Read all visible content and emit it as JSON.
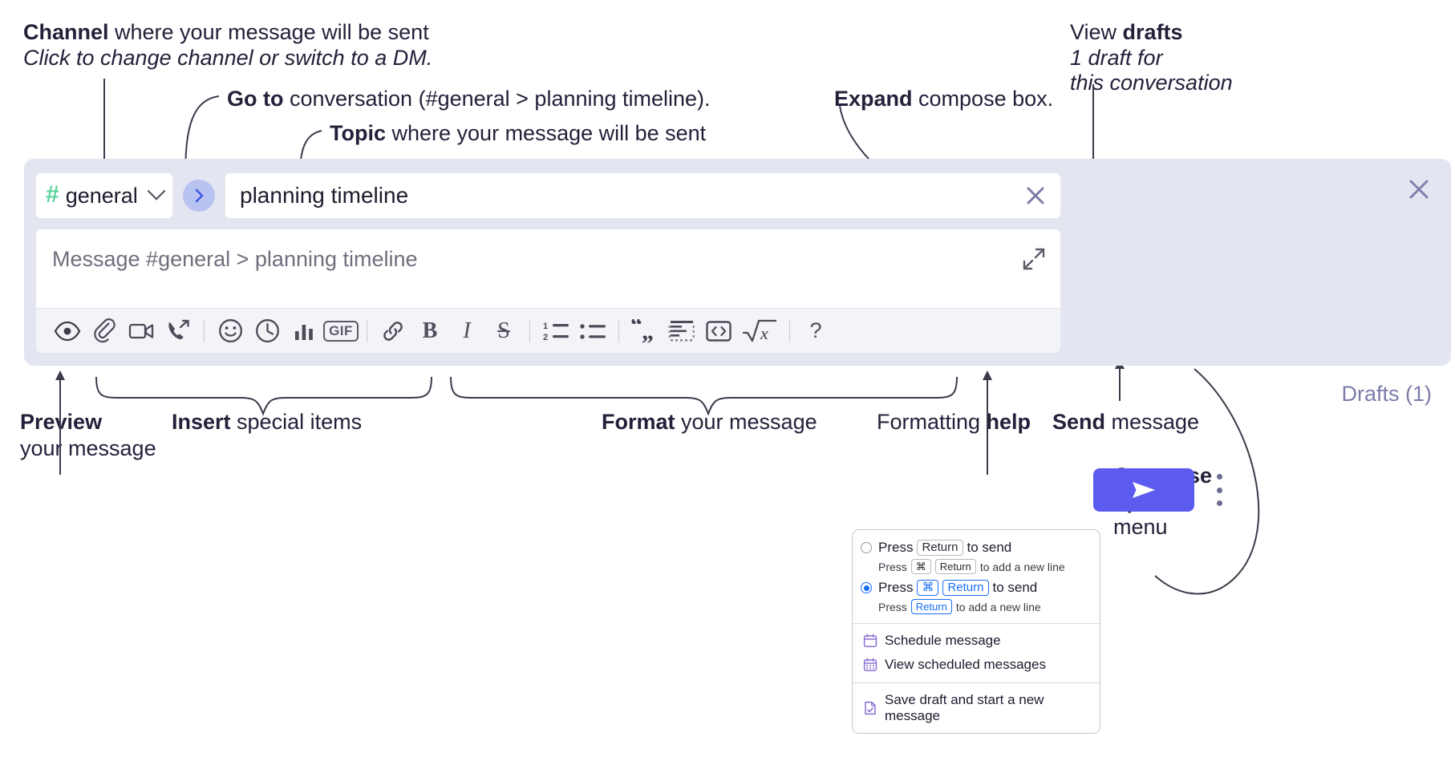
{
  "annotations": {
    "channel": {
      "bold": "Channel",
      "rest": " where your message will be sent",
      "sub": "Click to change channel or switch to a DM."
    },
    "goto": {
      "bold": "Go to",
      "rest": " conversation (#general > planning timeline)."
    },
    "topic": {
      "bold": "Topic",
      "rest": " where your message will be sent"
    },
    "expand": {
      "bold": "Expand",
      "rest": " compose box."
    },
    "drafts": {
      "pre": "View ",
      "bold": "drafts",
      "sub1": "1 draft for",
      "sub2": "this conversation"
    },
    "preview": {
      "bold": "Preview",
      "sub": "your message"
    },
    "insert": {
      "bold": "Insert",
      "rest": " special items"
    },
    "format": {
      "bold": "Format",
      "rest": " your message"
    },
    "help": {
      "pre": "Formatting ",
      "bold": "help"
    },
    "send": {
      "bold": "Send",
      "rest": " message"
    },
    "compose_options": {
      "bold1": "Compose",
      "bold2": "options",
      "rest": "menu"
    }
  },
  "compose": {
    "channel_name": "general",
    "hash_glyph": "#",
    "topic_value": "planning timeline",
    "message_placeholder": "Message #general > planning timeline",
    "drafts_label": "Drafts (1)",
    "toolbar_items": [
      {
        "name": "preview-icon",
        "label": ""
      },
      {
        "name": "attachment-icon",
        "label": ""
      },
      {
        "name": "video-clip-icon",
        "label": ""
      },
      {
        "name": "audio-clip-icon",
        "label": ""
      },
      {
        "name": "emoji-icon",
        "label": ""
      },
      {
        "name": "reminder-clock-icon",
        "label": ""
      },
      {
        "name": "poll-bar-chart-icon",
        "label": ""
      },
      {
        "name": "gif-icon",
        "label": "GIF"
      },
      {
        "name": "link-icon",
        "label": ""
      },
      {
        "name": "bold-icon",
        "label": "B"
      },
      {
        "name": "italic-icon",
        "label": "I"
      },
      {
        "name": "strikethrough-icon",
        "label": "S"
      },
      {
        "name": "ordered-list-icon",
        "label": ""
      },
      {
        "name": "bulleted-list-icon",
        "label": ""
      },
      {
        "name": "blockquote-icon",
        "label": ""
      },
      {
        "name": "code-block-icon",
        "label": ""
      },
      {
        "name": "inline-code-icon",
        "label": ""
      },
      {
        "name": "math-icon",
        "label": ""
      },
      {
        "name": "formatting-help-icon",
        "label": "?"
      }
    ]
  },
  "options_menu": {
    "option1": {
      "selected": false,
      "pre": "Press",
      "key": "Return",
      "post": "to send",
      "sub_pre": "Press",
      "sub_key1": "⌘",
      "sub_key2": "Return",
      "sub_post": "to add a new line"
    },
    "option2": {
      "selected": true,
      "pre": "Press",
      "key1": "⌘",
      "key2": "Return",
      "post": "to send",
      "sub_pre": "Press",
      "sub_key": "Return",
      "sub_post": "to add a new line"
    },
    "items": [
      {
        "icon": "calendar-schedule-icon",
        "label": "Schedule message"
      },
      {
        "icon": "calendar-grid-icon",
        "label": "View scheduled messages"
      },
      {
        "icon": "save-draft-icon",
        "label": "Save draft and start a new message"
      }
    ]
  },
  "colors": {
    "panel_bg": "#e3e5f1",
    "send_button": "#5b5bf0",
    "hash_green": "#5fd39a",
    "goto_circle": "#b9c3f2",
    "drafts_text": "#7b7ca8",
    "radio_blue": "#1a6ef5",
    "menu_icon_purple": "#8b6fd4",
    "text_dark": "#23213a"
  }
}
